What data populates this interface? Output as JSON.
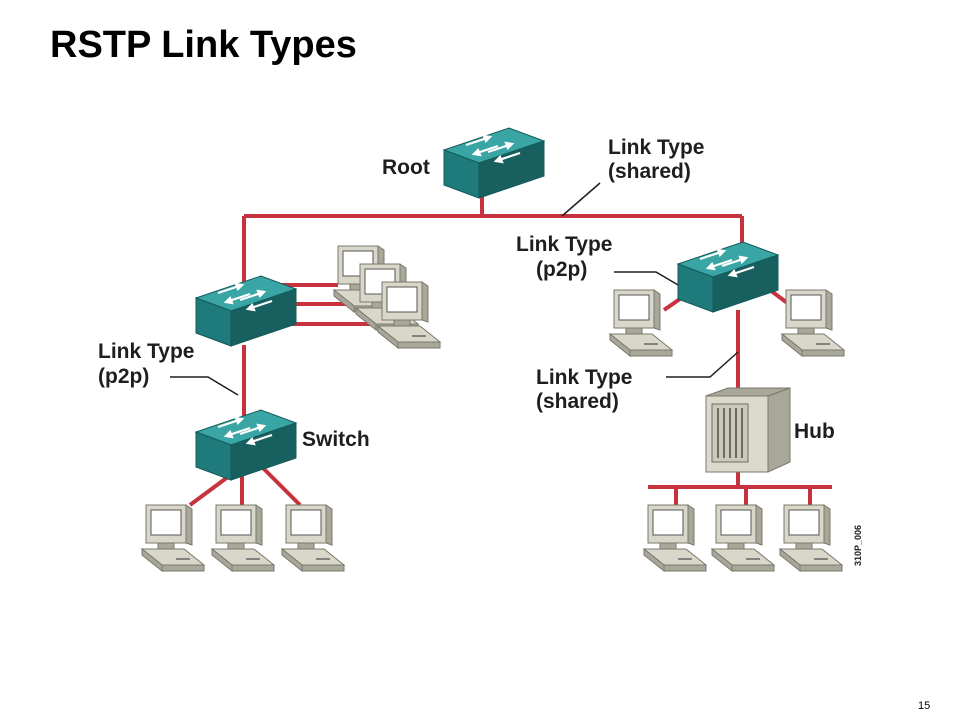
{
  "slide": {
    "title": "RSTP Link Types",
    "page_number": "15"
  },
  "colors": {
    "link_line": "#c8323e",
    "switch_top": "#3aa5a5",
    "switch_front": "#1f7a7c",
    "switch_side": "#17605f",
    "pc_body": "#d9d7c9",
    "pc_shade": "#a9a799",
    "hub_body": "#dcdacc"
  },
  "diagram": {
    "root_label": "Root",
    "switch_label": "Switch",
    "hub_label": "Hub",
    "figure_code": "310P_006",
    "link_labels": {
      "top_right": [
        "Link Type",
        "(shared)"
      ],
      "middle": [
        "Link Type",
        "(p2p)"
      ],
      "left": [
        "Link Type",
        "(p2p)"
      ],
      "right_lower": [
        "Link Type",
        "(shared)"
      ]
    }
  }
}
